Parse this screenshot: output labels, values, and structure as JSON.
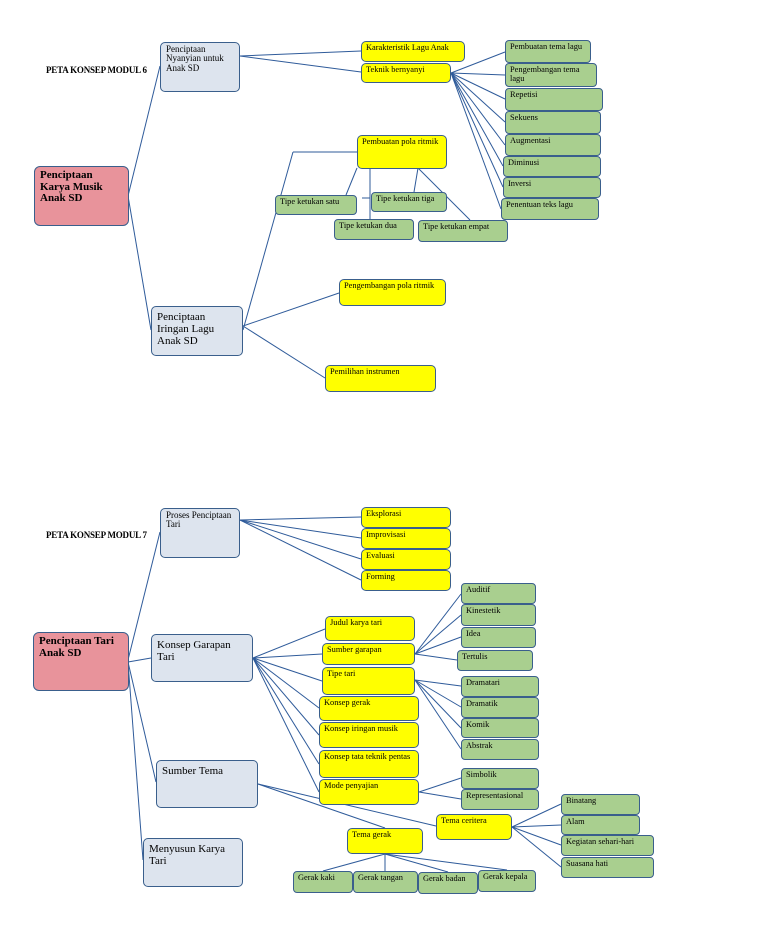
{
  "modul6": {
    "title": "PETA KONSEP MODUL 6",
    "root": "Penciptaan Karya Musik Anak SD",
    "penciptaan_nyanyian": "Penciptaan Nyanyian untuk Anak SD",
    "karakteristik": "Karakteristik Lagu Anak",
    "teknik_bernyanyi": "Teknik bernyanyi",
    "teknik_items": [
      "Pembuatan tema lagu",
      "Pengembangan tema lagu",
      "Repetisi",
      "Sekuens",
      "Augmentasi",
      "Diminusi",
      "Inversi",
      "Penentuan teks lagu"
    ],
    "pembuatan_pola": "Pembuatan pola ritmik",
    "tipe_satu": "Tipe ketukan satu",
    "tipe_tiga": "Tipe ketukan tiga",
    "tipe_dua": "Tipe ketukan dua",
    "tipe_empat": "Tipe ketukan empat",
    "penciptaan_iringan": "Penciptaan Iringan Lagu Anak SD",
    "pengembangan_pola": "Pengembangan pola ritmik",
    "pemilihan_instrumen": "Pemilihan instrumen"
  },
  "modul7": {
    "title": "PETA KONSEP MODUL 7",
    "root": "Penciptaan Tari Anak SD",
    "proses": "Proses Penciptaan Tari",
    "proses_items": [
      "Eksplorasi",
      "Improvisasi",
      "Evaluasi",
      "Forming"
    ],
    "konsep_garapan": "Konsep Garapan Tari",
    "judul": "Judul karya tari",
    "sumber_garapan": "Sumber garapan",
    "sumber_items": [
      "Auditif",
      "Kinestetik",
      "Idea",
      "Tertulis"
    ],
    "tipe_tari": "Tipe tari",
    "tipe_items": [
      "Dramatari",
      "Dramatik",
      "Komik",
      "Abstrak"
    ],
    "konsep_gerak": "Konsep gerak",
    "konsep_iringan": "Konsep iringan musik",
    "konsep_tata": "Konsep tata teknik pentas",
    "mode_penyajian": "Mode penyajian",
    "mode_items": [
      "Simbolik",
      "Representasional"
    ],
    "sumber_tema": "Sumber Tema",
    "tema_ceritera": "Tema ceritera",
    "ceritera_items": [
      "Binatang",
      "Alam",
      "Kegiatan sehari-hari",
      "Suasana hati"
    ],
    "tema_gerak": "Tema gerak",
    "gerak_items": [
      "Gerak kaki",
      "Gerak tangan",
      "Gerak badan",
      "Gerak kepala"
    ],
    "menyusun": "Menyusun Karya Tari"
  },
  "colors": {
    "root_fill": "#e8939b",
    "level1_fill": "#dde4ee",
    "level2_fill": "#ffff00",
    "level3_fill": "#a9cf8f",
    "line": "#2f5b9a"
  }
}
